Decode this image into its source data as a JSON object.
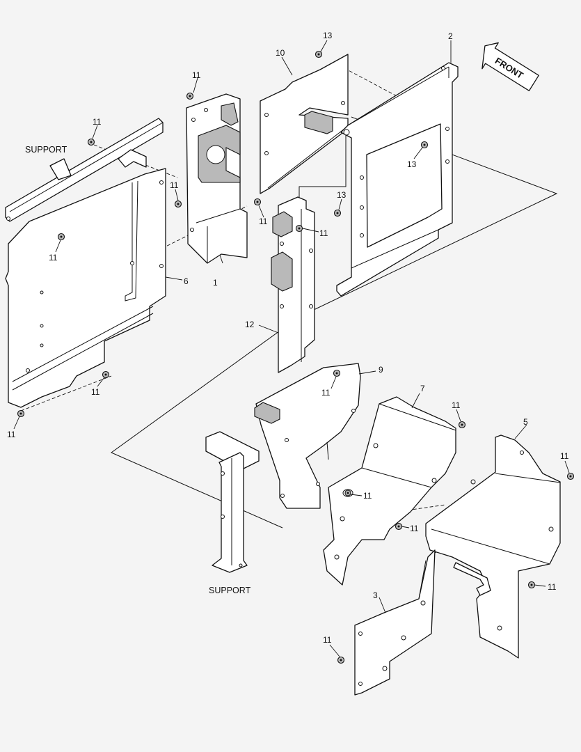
{
  "callouts": {
    "c1": "1",
    "c2": "2",
    "c3": "3",
    "c5": "5",
    "c6": "6",
    "c7": "7",
    "c9": "9",
    "c10": "10",
    "c12": "12",
    "c13": "13",
    "c11": "11"
  },
  "labels": {
    "support": "SUPPORT",
    "front": "FRONT"
  }
}
